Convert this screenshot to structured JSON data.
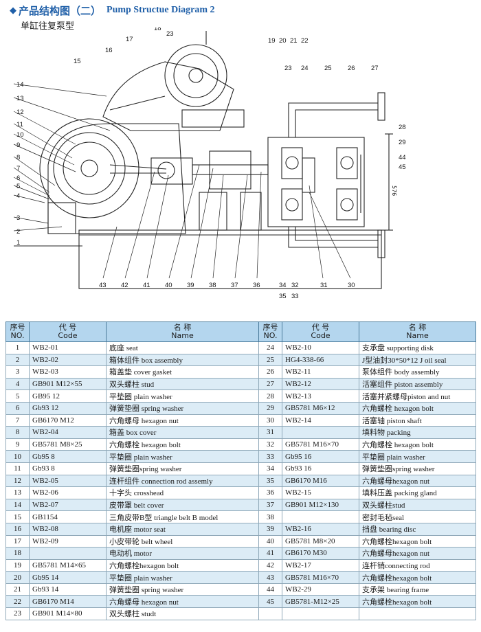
{
  "header": {
    "title_cn": "产品结构图（二）",
    "title_en": "Pump Structue Diagram 2",
    "subtitle": "单缸往复泵型"
  },
  "drawing": {
    "dimension_label": "576",
    "callouts_top": [
      "23",
      "18",
      "17",
      "16",
      "15",
      "14",
      "13",
      "19",
      "20",
      "21",
      "22",
      "23",
      "24",
      "25",
      "26",
      "27"
    ],
    "callouts_left": [
      "12",
      "11",
      "10",
      "9",
      "8",
      "7",
      "6",
      "5",
      "4",
      "3",
      "2",
      "1"
    ],
    "callouts_right": [
      "28",
      "29",
      "44",
      "45"
    ],
    "callouts_bottom": [
      "43",
      "42",
      "41",
      "40",
      "39",
      "38",
      "37",
      "36",
      "34",
      "32",
      "35",
      "33",
      "31",
      "30"
    ]
  },
  "table": {
    "headers": {
      "no_cn": "序号",
      "no_en": "NO.",
      "code_cn": "代 号",
      "code_en": "Code",
      "name_cn": "名 称",
      "name_en": "Name"
    },
    "rows": [
      [
        {
          "no": "1",
          "code": "WB2-01",
          "name": "底座 seat"
        },
        {
          "no": "24",
          "code": "WB2-10",
          "name": "支承盘 supporting disk"
        }
      ],
      [
        {
          "no": "2",
          "code": "WB2-02",
          "name": "箱体组件 box assembly"
        },
        {
          "no": "25",
          "code": "HG4-338-66",
          "name": "J型油封30*50*12 J oil seal"
        }
      ],
      [
        {
          "no": "3",
          "code": "WB2-03",
          "name": "箱盖垫 cover gasket"
        },
        {
          "no": "26",
          "code": "WB2-11",
          "name": "泵体组件 body assembly"
        }
      ],
      [
        {
          "no": "4",
          "code": "GB901 M12×55",
          "name": "双头螺柱 stud"
        },
        {
          "no": "27",
          "code": "WB2-12",
          "name": "活塞组件 piston assembly"
        }
      ],
      [
        {
          "no": "5",
          "code": "GB95 12",
          "name": "平垫圈 plain washer"
        },
        {
          "no": "28",
          "code": "WB2-13",
          "name": "活塞并紧螺母piston and nut"
        }
      ],
      [
        {
          "no": "6",
          "code": "Gb93 12",
          "name": "弹簧垫圈 spring washer"
        },
        {
          "no": "29",
          "code": "GB5781 M6×12",
          "name": "六角螺栓 hexagon bolt"
        }
      ],
      [
        {
          "no": "7",
          "code": "GB6170 M12",
          "name": "六角螺母 hexagon nut"
        },
        {
          "no": "30",
          "code": "WB2-14",
          "name": "活塞轴 piston shaft"
        }
      ],
      [
        {
          "no": "8",
          "code": "WB2-04",
          "name": "箱盖 box cover"
        },
        {
          "no": "31",
          "code": "",
          "name": "填料物 packing"
        }
      ],
      [
        {
          "no": "9",
          "code": "GB5781 M8×25",
          "name": "六角螺栓 hexagon bolt"
        },
        {
          "no": "32",
          "code": "GB5781 M16×70",
          "name": "六角螺栓 hexagon bolt"
        }
      ],
      [
        {
          "no": "10",
          "code": "Gb95 8",
          "name": "平垫圈 plain washer"
        },
        {
          "no": "33",
          "code": "Gb95 16",
          "name": "平垫圈 plain washer"
        }
      ],
      [
        {
          "no": "11",
          "code": "Gb93 8",
          "name": "弹簧垫圈spring washer"
        },
        {
          "no": "34",
          "code": "Gb93 16",
          "name": "弹簧垫圈spring washer"
        }
      ],
      [
        {
          "no": "12",
          "code": "WB2-05",
          "name": "连杆组件 connection rod assemly"
        },
        {
          "no": "35",
          "code": "GB6170 M16",
          "name": "六角螺母hexagon nut"
        }
      ],
      [
        {
          "no": "13",
          "code": "WB2-06",
          "name": "十字头 crosshead"
        },
        {
          "no": "36",
          "code": "WB2-15",
          "name": "填料压盖 packing gland"
        }
      ],
      [
        {
          "no": "14",
          "code": "WB2-07",
          "name": "皮带罩 belt cover"
        },
        {
          "no": "37",
          "code": "GB901 M12×130",
          "name": "双头螺柱stud"
        }
      ],
      [
        {
          "no": "15",
          "code": "GB1154",
          "name": "三角皮带B型 triangle belt B model"
        },
        {
          "no": "38",
          "code": "",
          "name": "密封毛毡seal"
        }
      ],
      [
        {
          "no": "16",
          "code": "WB2-08",
          "name": "电机座 motor seat"
        },
        {
          "no": "39",
          "code": "WB2-16",
          "name": "挡盘 bearing disc"
        }
      ],
      [
        {
          "no": "17",
          "code": "WB2-09",
          "name": "小皮带轮 belt wheel"
        },
        {
          "no": "40",
          "code": "GB5781 M8×20",
          "name": "六角螺栓hexagon bolt"
        }
      ],
      [
        {
          "no": "18",
          "code": "",
          "name": "电动机 motor"
        },
        {
          "no": "41",
          "code": "GB6170 M30",
          "name": "六角螺母hexagon nut"
        }
      ],
      [
        {
          "no": "19",
          "code": "GB5781 M14×65",
          "name": "六角螺栓hexagon bolt"
        },
        {
          "no": "42",
          "code": "WB2-17",
          "name": "连杆销connecting rod"
        }
      ],
      [
        {
          "no": "20",
          "code": "Gb95 14",
          "name": "平垫圈 plain washer"
        },
        {
          "no": "43",
          "code": "GB5781 M16×70",
          "name": "六角螺栓hexagon bolt"
        }
      ],
      [
        {
          "no": "21",
          "code": "Gb93 14",
          "name": "弹簧垫圈 spring washer"
        },
        {
          "no": "44",
          "code": "WB2-29",
          "name": "支承架 bearing frame"
        }
      ],
      [
        {
          "no": "22",
          "code": "GB6170 M14",
          "name": "六角螺母 hexagon nut"
        },
        {
          "no": "45",
          "code": "GB5781-M12×25",
          "name": "六角螺栓hexagon bolt"
        }
      ],
      [
        {
          "no": "23",
          "code": "GB901 M14×80",
          "name": "双头螺柱 studt"
        },
        {
          "no": "",
          "code": "",
          "name": ""
        }
      ]
    ]
  }
}
